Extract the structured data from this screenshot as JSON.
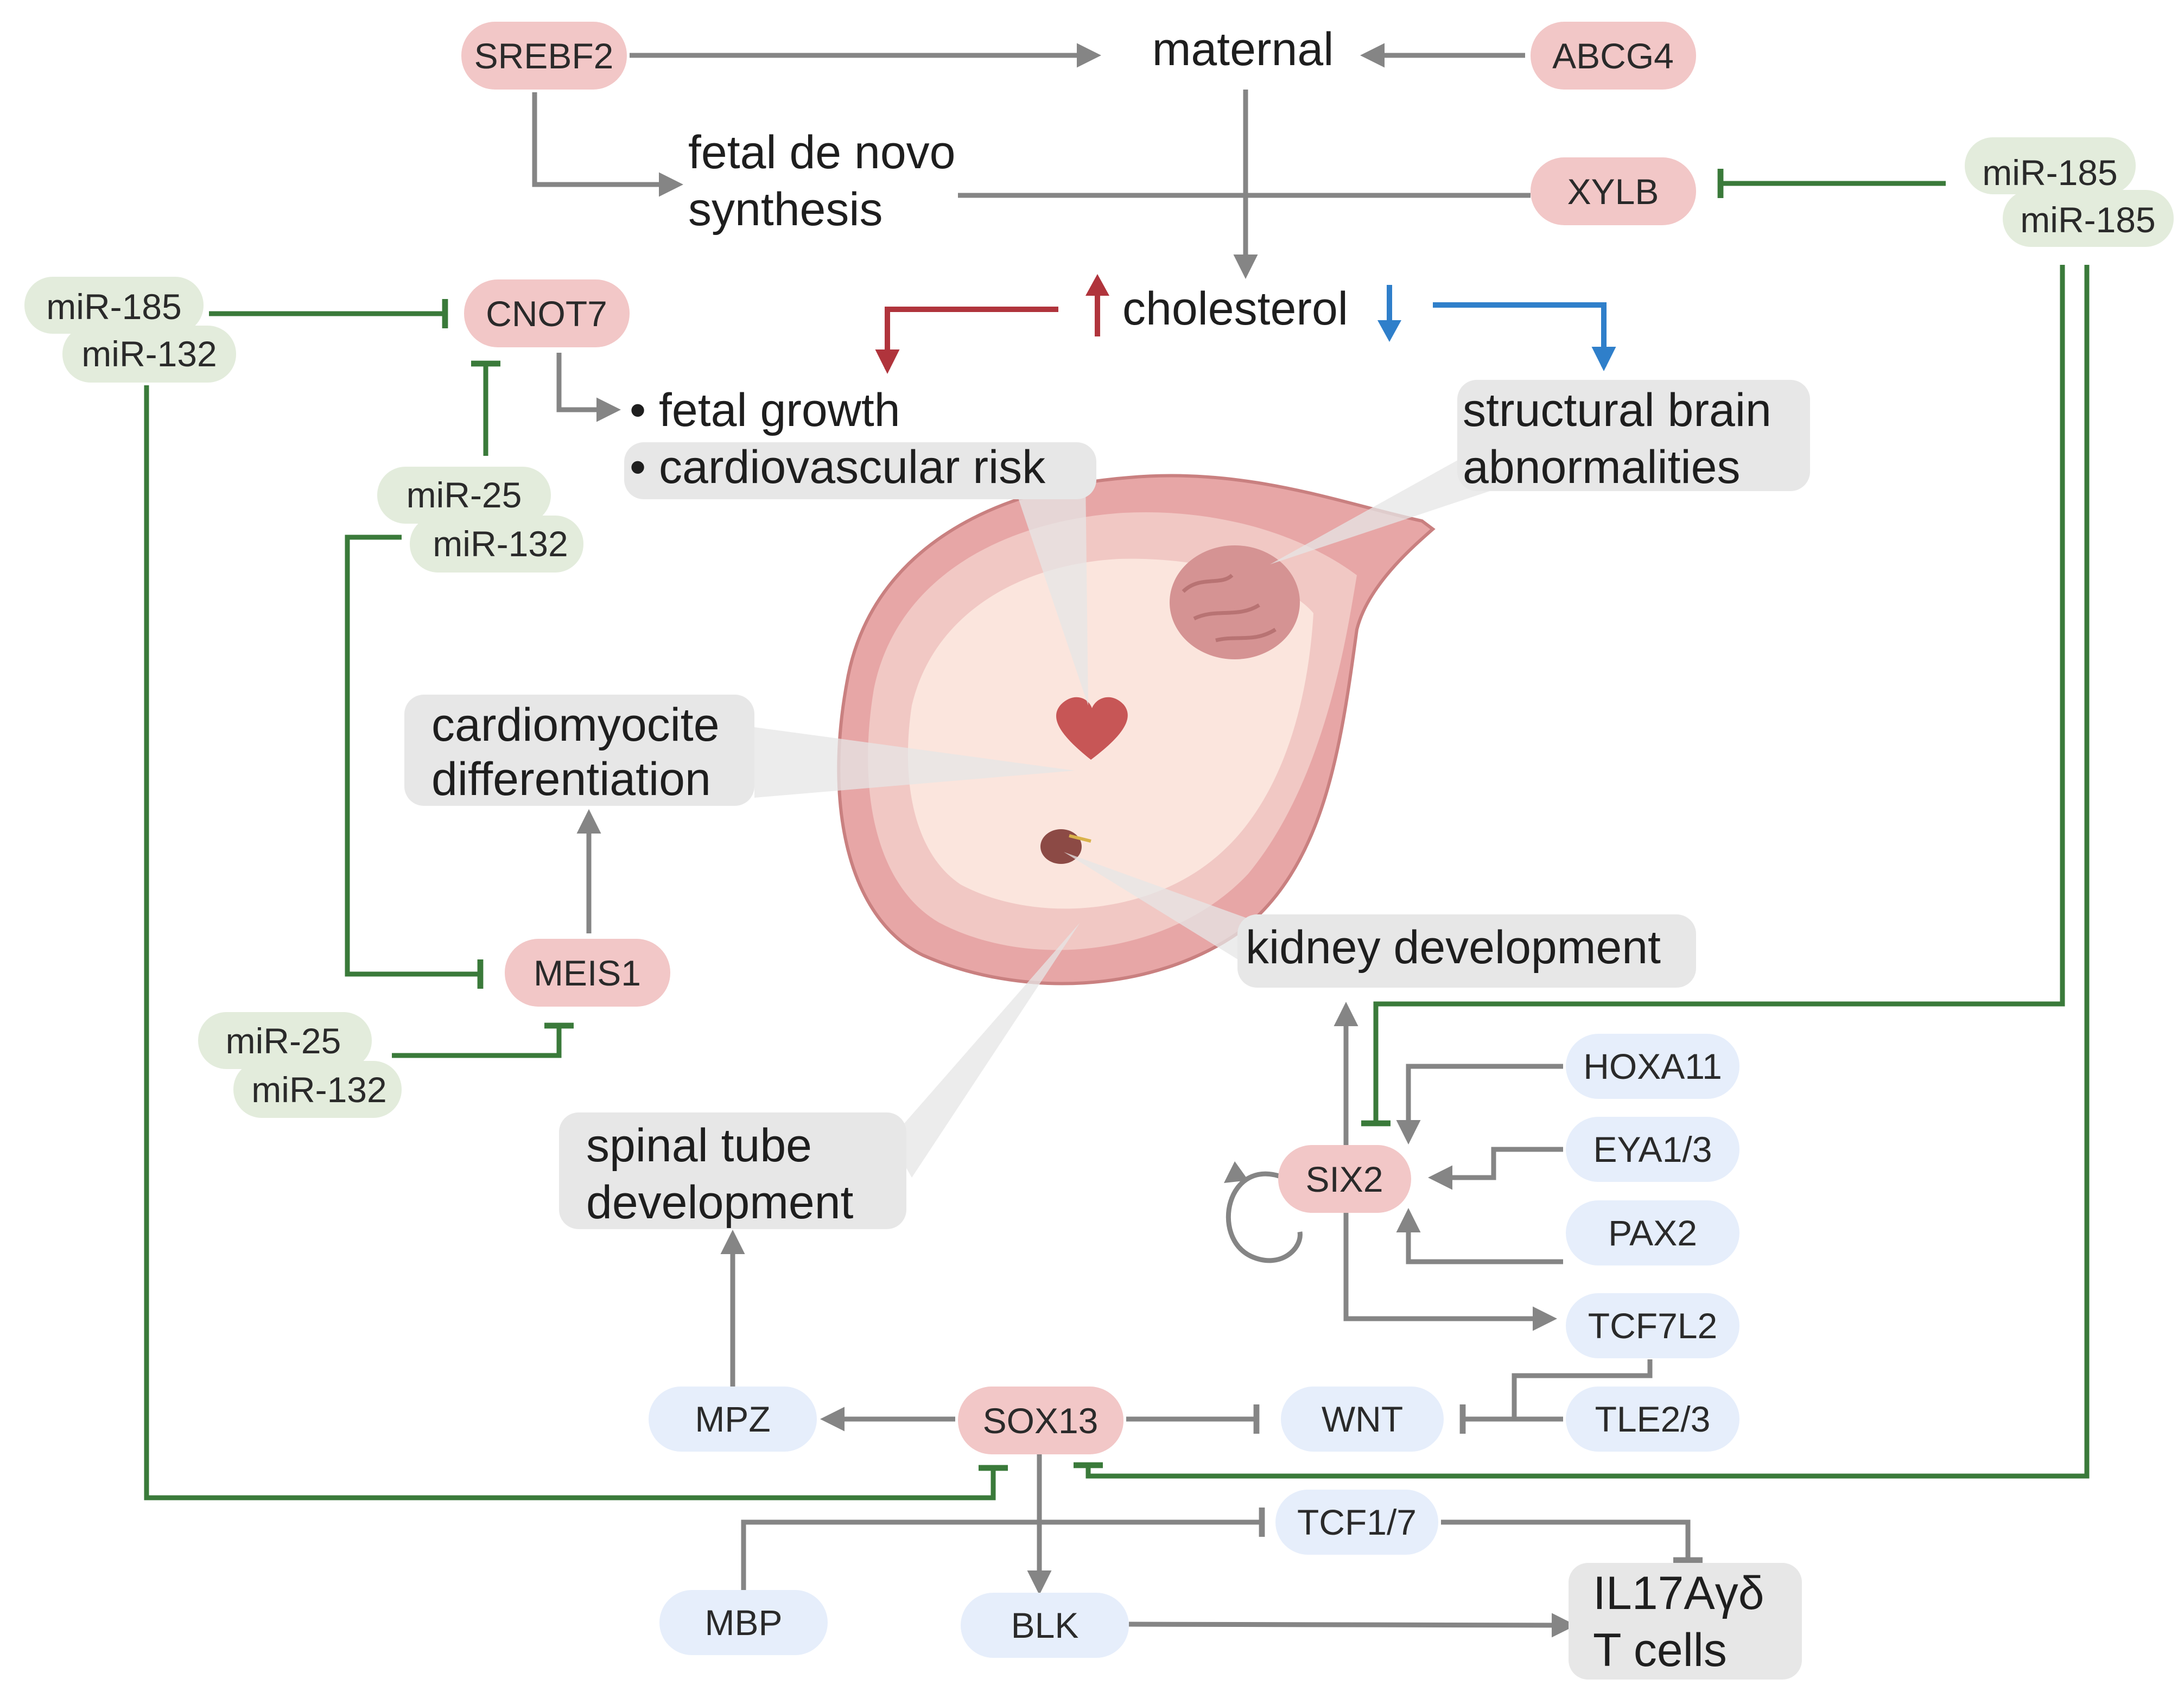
{
  "colors": {
    "gene_pink": "#f2c7c7",
    "gene_blue": "#e6eefb",
    "mirna_green": "#e3ecdc",
    "label_grey": "#e7e7e7",
    "arrow_grey": "#858585",
    "inhibit_green": "#3a7a3a",
    "up_red": "#b0343c",
    "down_blue": "#2f7fca"
  },
  "genes": {
    "srebf2": "SREBF2",
    "abcg4": "ABCG4",
    "xylb": "XYLB",
    "cnot7": "CNOT7",
    "meis1": "MEIS1",
    "six2": "SIX2",
    "sox13": "SOX13",
    "hoxa11": "HOXA11",
    "eya13": "EYA1/3",
    "pax2": "PAX2",
    "tcf7l2": "TCF7L2",
    "tle23": "TLE2/3",
    "wnt": "WNT",
    "mpz": "MPZ",
    "tcf17": "TCF1/7",
    "mbp": "MBP",
    "blk": "BLK"
  },
  "mirnas": {
    "top_right_1": "miR-185",
    "top_right_2": "miR-185",
    "left_1": "miR-185",
    "left_2": "miR-132",
    "mid_1": "miR-25",
    "mid_2": "miR-132",
    "low_1": "miR-25",
    "low_2": "miR-132"
  },
  "labels": {
    "maternal": "maternal",
    "fetal_line1": "fetal de novo",
    "fetal_line2": "synthesis",
    "cholesterol": "cholesterol",
    "fetal_growth": "• fetal growth",
    "cardio_risk": "• cardiovascular risk",
    "brain_line1": "structural brain",
    "brain_line2": "abnormalities",
    "cardio_line1": "cardiomyocite",
    "cardio_line2": "differentiation",
    "kidney": "kidney development",
    "spinal_line1": "spinal tube",
    "spinal_line2": "development",
    "il17_line1": "IL17Aγδ",
    "il17_line2": "T cells"
  },
  "icons": [
    "pregnant-uterus-illustration",
    "fetal-brain-icon",
    "fetal-heart-icon",
    "fetal-kidney-icon",
    "up-arrow-icon",
    "down-arrow-icon",
    "self-loop-icon"
  ]
}
